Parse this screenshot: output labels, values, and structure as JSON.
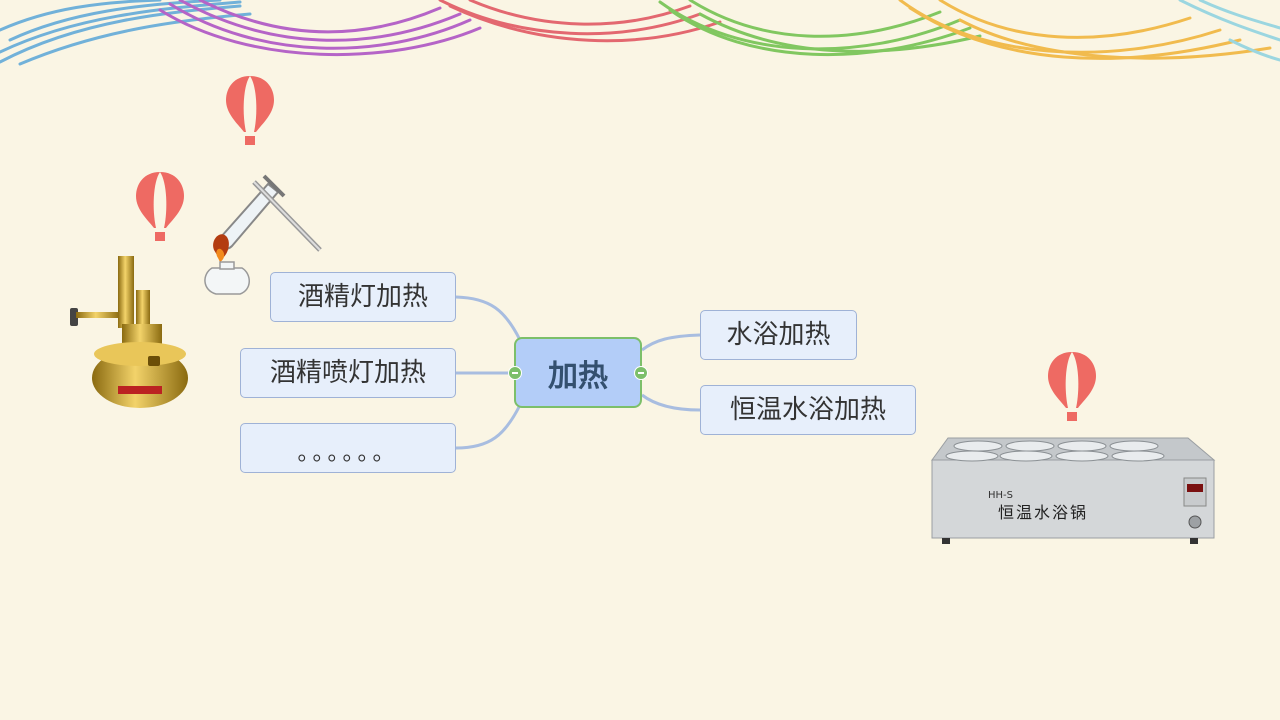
{
  "mindmap": {
    "root": {
      "label": "加热"
    },
    "left_branches": [
      {
        "label": "酒精灯加热"
      },
      {
        "label": "酒精喷灯加热"
      },
      {
        "label": "。。。。。。"
      }
    ],
    "right_branches": [
      {
        "label": "水浴加热"
      },
      {
        "label": "恒温水浴加热"
      }
    ]
  },
  "illustrations": {
    "water_bath": {
      "model": "HH-S",
      "label": "恒温水浴锅"
    }
  },
  "colors": {
    "background": "#faf5e4",
    "node_fill": "#e7effb",
    "node_border": "#9fb2d6",
    "root_fill": "#b3cdf8",
    "root_border": "#7cbf6a",
    "connector": "#a8bde0",
    "balloon": "#ee6a63"
  }
}
